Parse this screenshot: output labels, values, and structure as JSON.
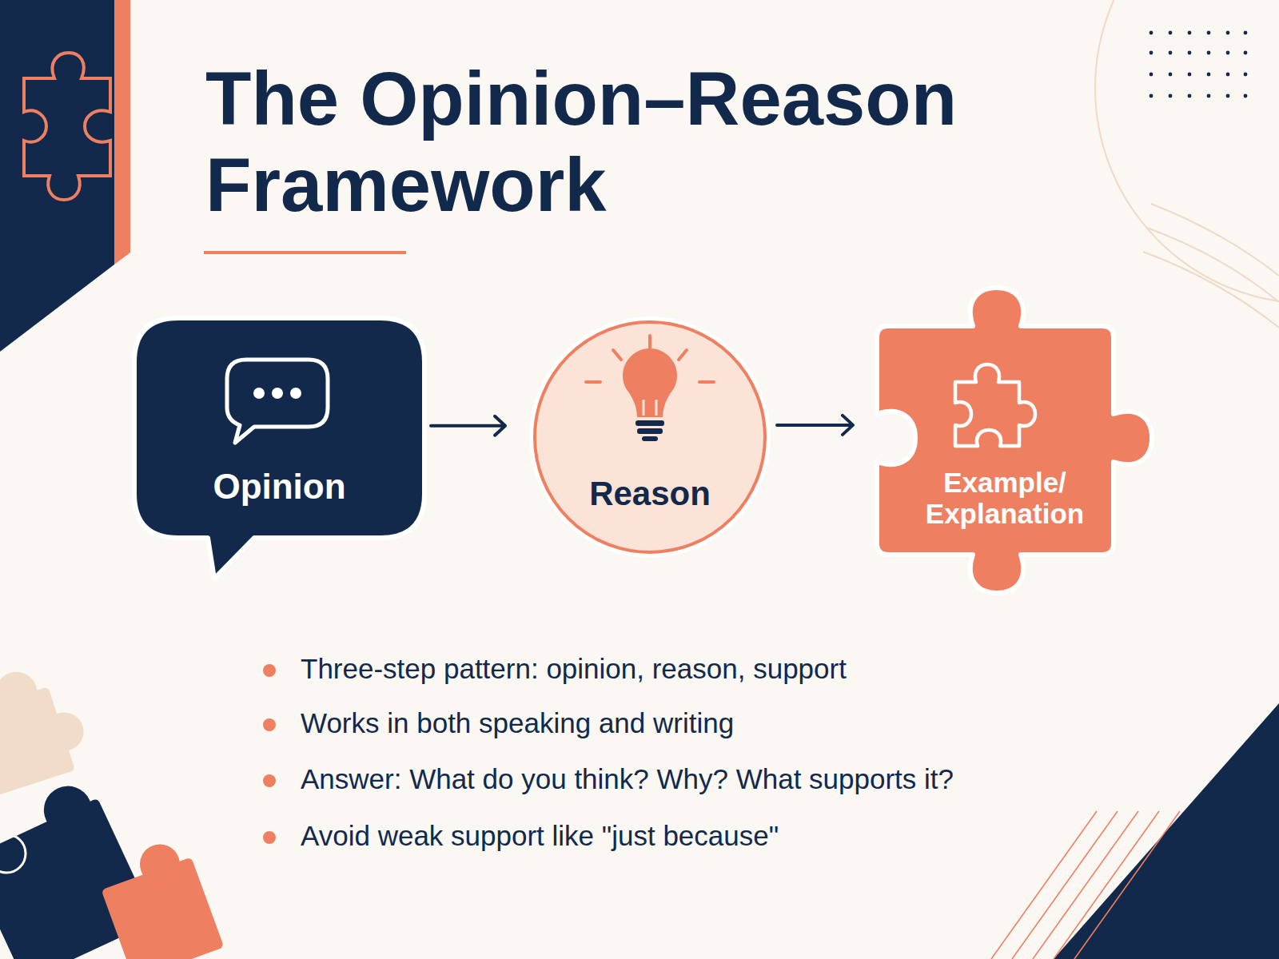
{
  "diagram": {
    "title": "The Opinion–Reason Framework",
    "nodes": [
      {
        "text": [
          "Opinion"
        ]
      },
      {
        "text": [
          "Reason"
        ]
      },
      {
        "text": [
          "Example/ Explanation"
        ]
      }
    ],
    "edges": [
      {
        "from": 0,
        "to": 1,
        "arrow": "to"
      },
      {
        "from": 1,
        "to": 2,
        "arrow": "to"
      }
    ],
    "labels": [
      "Three-step pattern:  opinion, reason, support",
      "Works in both speaking and writing",
      "Answer:  What do you think? Why? What supports it?",
      "Avoid weak support like \"just because\""
    ]
  }
}
